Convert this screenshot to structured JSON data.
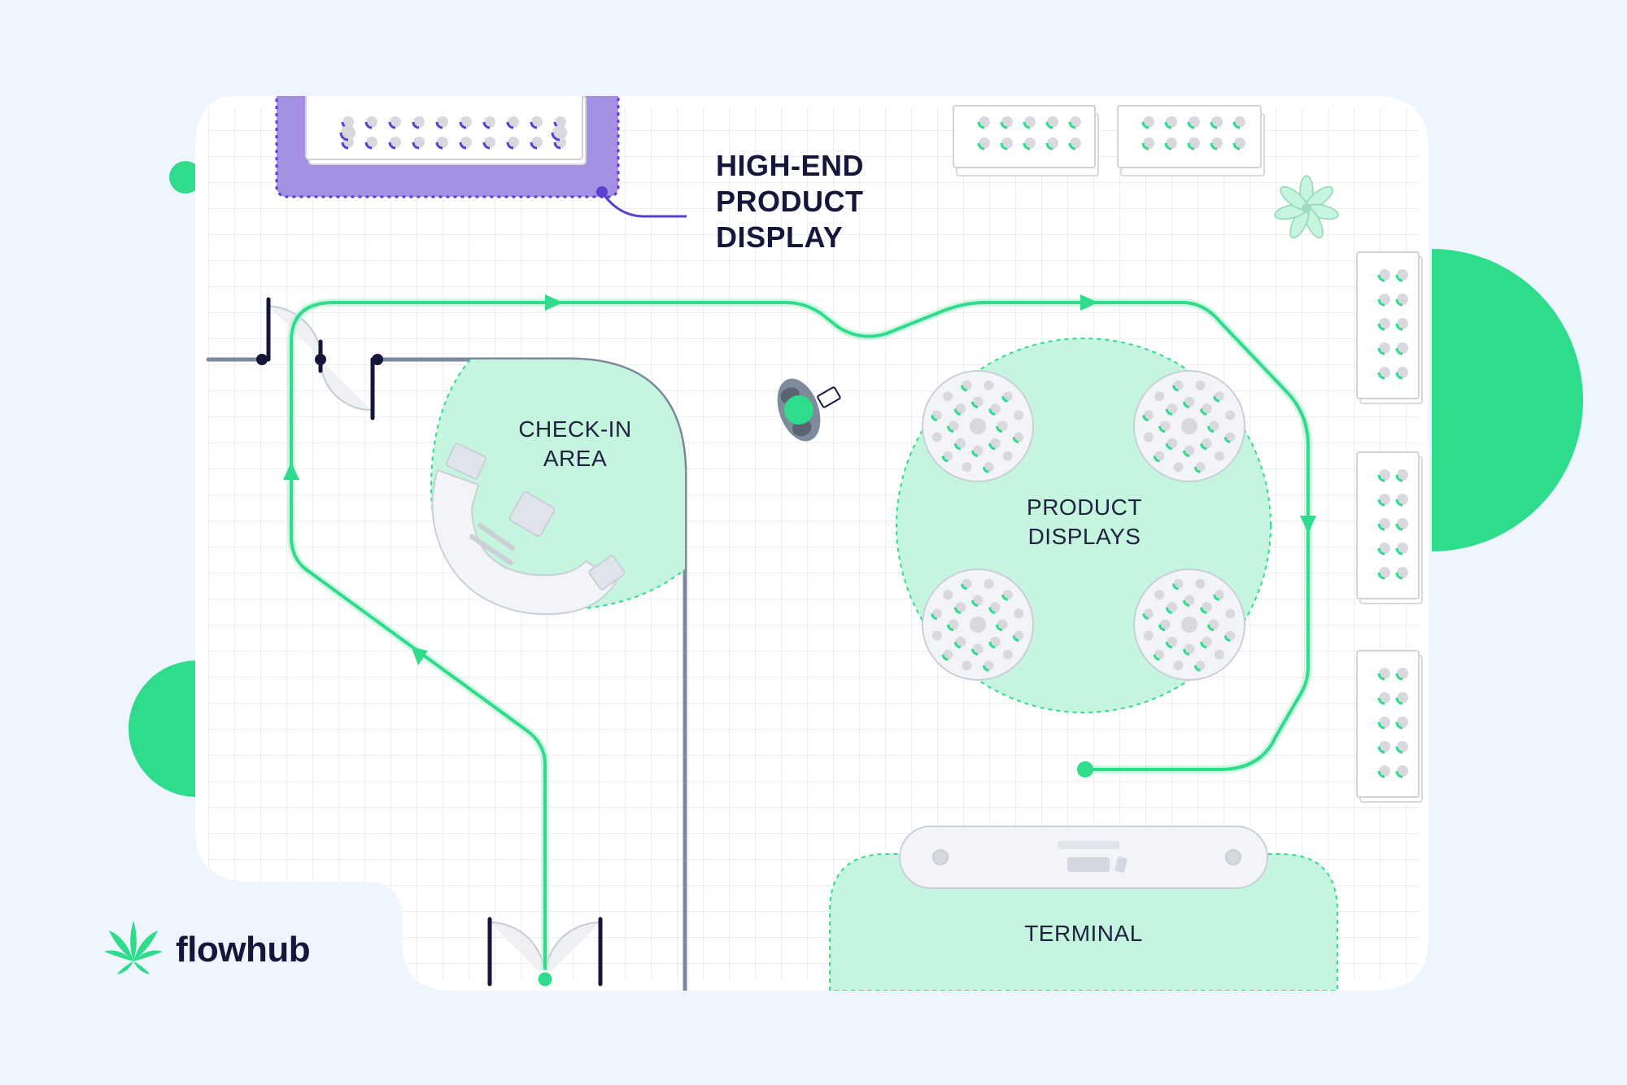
{
  "areas": {
    "high_end": {
      "label_lines": [
        "HIGH-END",
        "PRODUCT",
        "DISPLAY"
      ]
    },
    "checkin": {
      "label_lines": [
        "CHECK-IN",
        "AREA"
      ]
    },
    "product_displays": {
      "label_lines": [
        "PRODUCT",
        "DISPLAYS"
      ]
    },
    "terminal": {
      "label": "TERMINAL"
    }
  },
  "brand": {
    "name": "flowhub",
    "icon": "cannabis-leaf-icon"
  },
  "colors": {
    "background": "#eef5fd",
    "accent_green": "#2edc8c",
    "light_green": "#c5f5de",
    "high_end_purple": "#a591e3",
    "wall": "#7d889c",
    "text": "#15163a"
  }
}
